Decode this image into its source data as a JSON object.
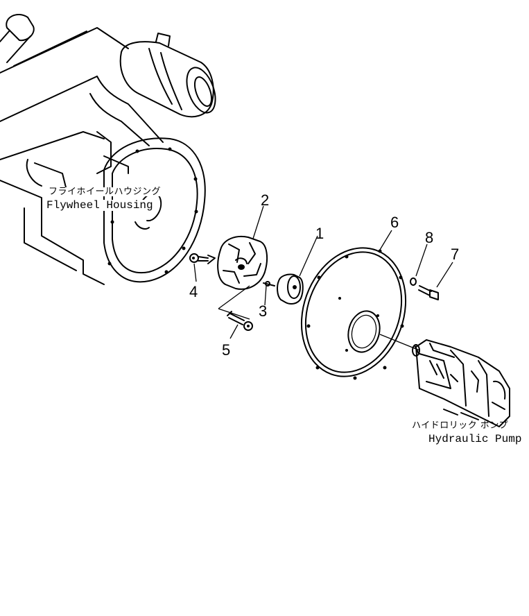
{
  "labels": {
    "flywheel_housing_jp": "フライホイールハウジング",
    "flywheel_housing_en": "Flywheel  Housing",
    "hydraulic_pump_jp": "ハイドロリック ポンプ",
    "hydraulic_pump_en": "Hydraulic Pump"
  },
  "callouts": [
    "1",
    "2",
    "3",
    "4",
    "5",
    "6",
    "7",
    "8"
  ]
}
